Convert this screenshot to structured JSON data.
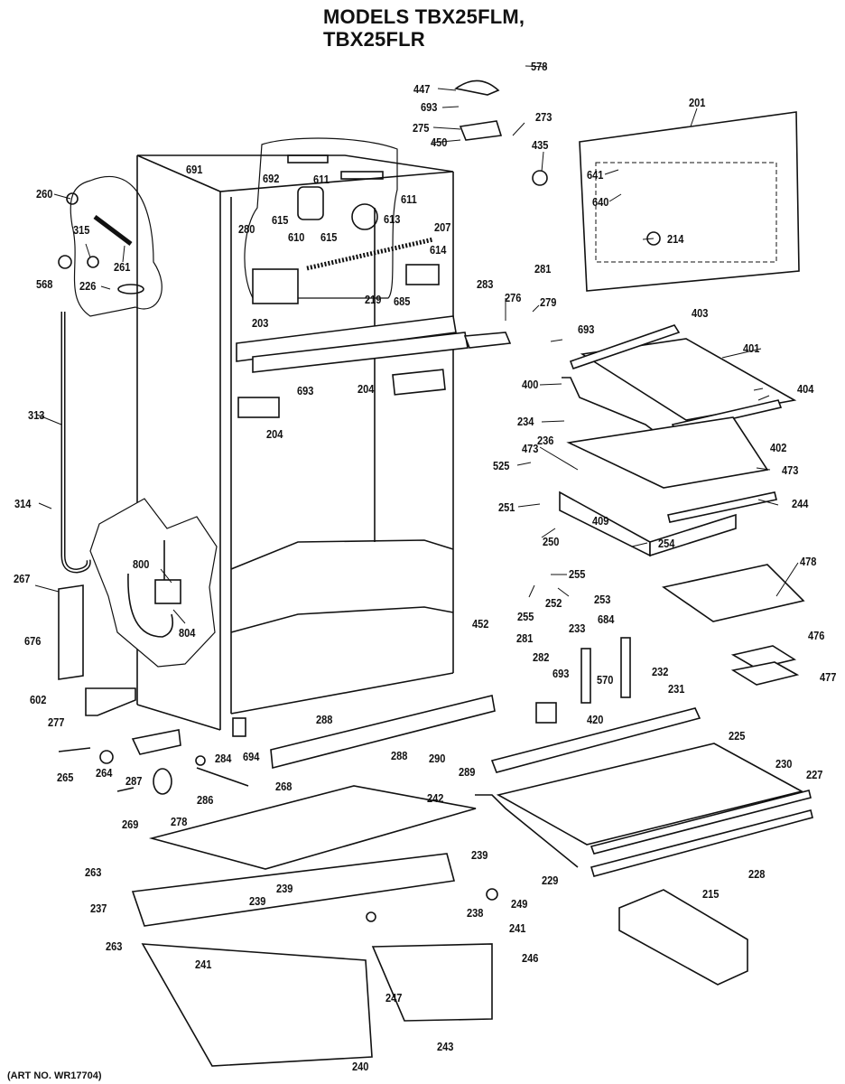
{
  "title": {
    "line1": "MODELS TBX25FLM,",
    "line2": "TBX25FLR"
  },
  "art_number": "(ART NO. WR17704)",
  "parts": [
    {
      "id": "578"
    },
    {
      "id": "447"
    },
    {
      "id": "693"
    },
    {
      "id": "273"
    },
    {
      "id": "275"
    },
    {
      "id": "450"
    },
    {
      "id": "435"
    },
    {
      "id": "201"
    },
    {
      "id": "641"
    },
    {
      "id": "640"
    },
    {
      "id": "214"
    },
    {
      "id": "691"
    },
    {
      "id": "692"
    },
    {
      "id": "611"
    },
    {
      "id": "611"
    },
    {
      "id": "260"
    },
    {
      "id": "315"
    },
    {
      "id": "261"
    },
    {
      "id": "280"
    },
    {
      "id": "615"
    },
    {
      "id": "610"
    },
    {
      "id": "615"
    },
    {
      "id": "613"
    },
    {
      "id": "207"
    },
    {
      "id": "614"
    },
    {
      "id": "568"
    },
    {
      "id": "226"
    },
    {
      "id": "685"
    },
    {
      "id": "281"
    },
    {
      "id": "283"
    },
    {
      "id": "276"
    },
    {
      "id": "279"
    },
    {
      "id": "693"
    },
    {
      "id": "403"
    },
    {
      "id": "219"
    },
    {
      "id": "203"
    },
    {
      "id": "401"
    },
    {
      "id": "693"
    },
    {
      "id": "204"
    },
    {
      "id": "400"
    },
    {
      "id": "404"
    },
    {
      "id": "204"
    },
    {
      "id": "313"
    },
    {
      "id": "234"
    },
    {
      "id": "236"
    },
    {
      "id": "402"
    },
    {
      "id": "473"
    },
    {
      "id": "525"
    },
    {
      "id": "473"
    },
    {
      "id": "251"
    },
    {
      "id": "244"
    },
    {
      "id": "409"
    },
    {
      "id": "314"
    },
    {
      "id": "250"
    },
    {
      "id": "254"
    },
    {
      "id": "800"
    },
    {
      "id": "478"
    },
    {
      "id": "255"
    },
    {
      "id": "267"
    },
    {
      "id": "252"
    },
    {
      "id": "253"
    },
    {
      "id": "804"
    },
    {
      "id": "255"
    },
    {
      "id": "452"
    },
    {
      "id": "684"
    },
    {
      "id": "233"
    },
    {
      "id": "281"
    },
    {
      "id": "676"
    },
    {
      "id": "476"
    },
    {
      "id": "282"
    },
    {
      "id": "693"
    },
    {
      "id": "570"
    },
    {
      "id": "232"
    },
    {
      "id": "477"
    },
    {
      "id": "602"
    },
    {
      "id": "420"
    },
    {
      "id": "231"
    },
    {
      "id": "277"
    },
    {
      "id": "288"
    },
    {
      "id": "225"
    },
    {
      "id": "284"
    },
    {
      "id": "694"
    },
    {
      "id": "288"
    },
    {
      "id": "290"
    },
    {
      "id": "289"
    },
    {
      "id": "230"
    },
    {
      "id": "265"
    },
    {
      "id": "264"
    },
    {
      "id": "287"
    },
    {
      "id": "286"
    },
    {
      "id": "268"
    },
    {
      "id": "227"
    },
    {
      "id": "242"
    },
    {
      "id": "269"
    },
    {
      "id": "278"
    },
    {
      "id": "239"
    },
    {
      "id": "229"
    },
    {
      "id": "228"
    },
    {
      "id": "263"
    },
    {
      "id": "239"
    },
    {
      "id": "239"
    },
    {
      "id": "249"
    },
    {
      "id": "215"
    },
    {
      "id": "237"
    },
    {
      "id": "238"
    },
    {
      "id": "241"
    },
    {
      "id": "263"
    },
    {
      "id": "246"
    },
    {
      "id": "241"
    },
    {
      "id": "247"
    },
    {
      "id": "243"
    },
    {
      "id": "240"
    }
  ]
}
